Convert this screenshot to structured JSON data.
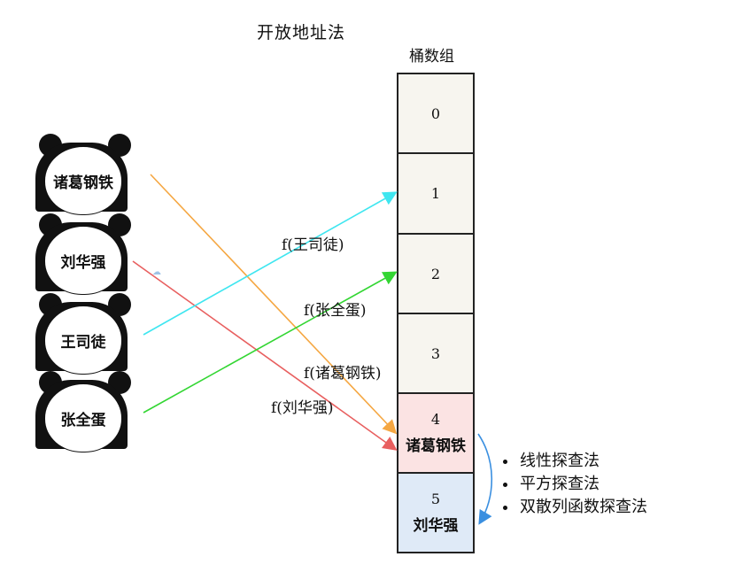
{
  "title": "开放地址法",
  "bucket_header": "桶数组",
  "people": [
    "诸葛钢铁",
    "刘华强",
    "王司徒",
    "张全蛋"
  ],
  "buckets": [
    {
      "index": "0",
      "occupant": ""
    },
    {
      "index": "1",
      "occupant": ""
    },
    {
      "index": "2",
      "occupant": ""
    },
    {
      "index": "3",
      "occupant": ""
    },
    {
      "index": "4",
      "occupant": "诸葛钢铁"
    },
    {
      "index": "5",
      "occupant": "刘华强"
    }
  ],
  "hash_labels": {
    "wang": "f(王司徒)",
    "zhang": "f(张全蛋)",
    "zhuge": "f(诸葛钢铁)",
    "liu": "f(刘华强)"
  },
  "methods": [
    "线性探查法",
    "平方探查法",
    "双散列函数探查法"
  ],
  "colors": {
    "zhuge_arrow": "#f5a742",
    "liu_arrow": "#e85f5f",
    "wang_arrow": "#3fe6f0",
    "zhang_arrow": "#33d633",
    "probe_arrow": "#3a8fe0"
  }
}
